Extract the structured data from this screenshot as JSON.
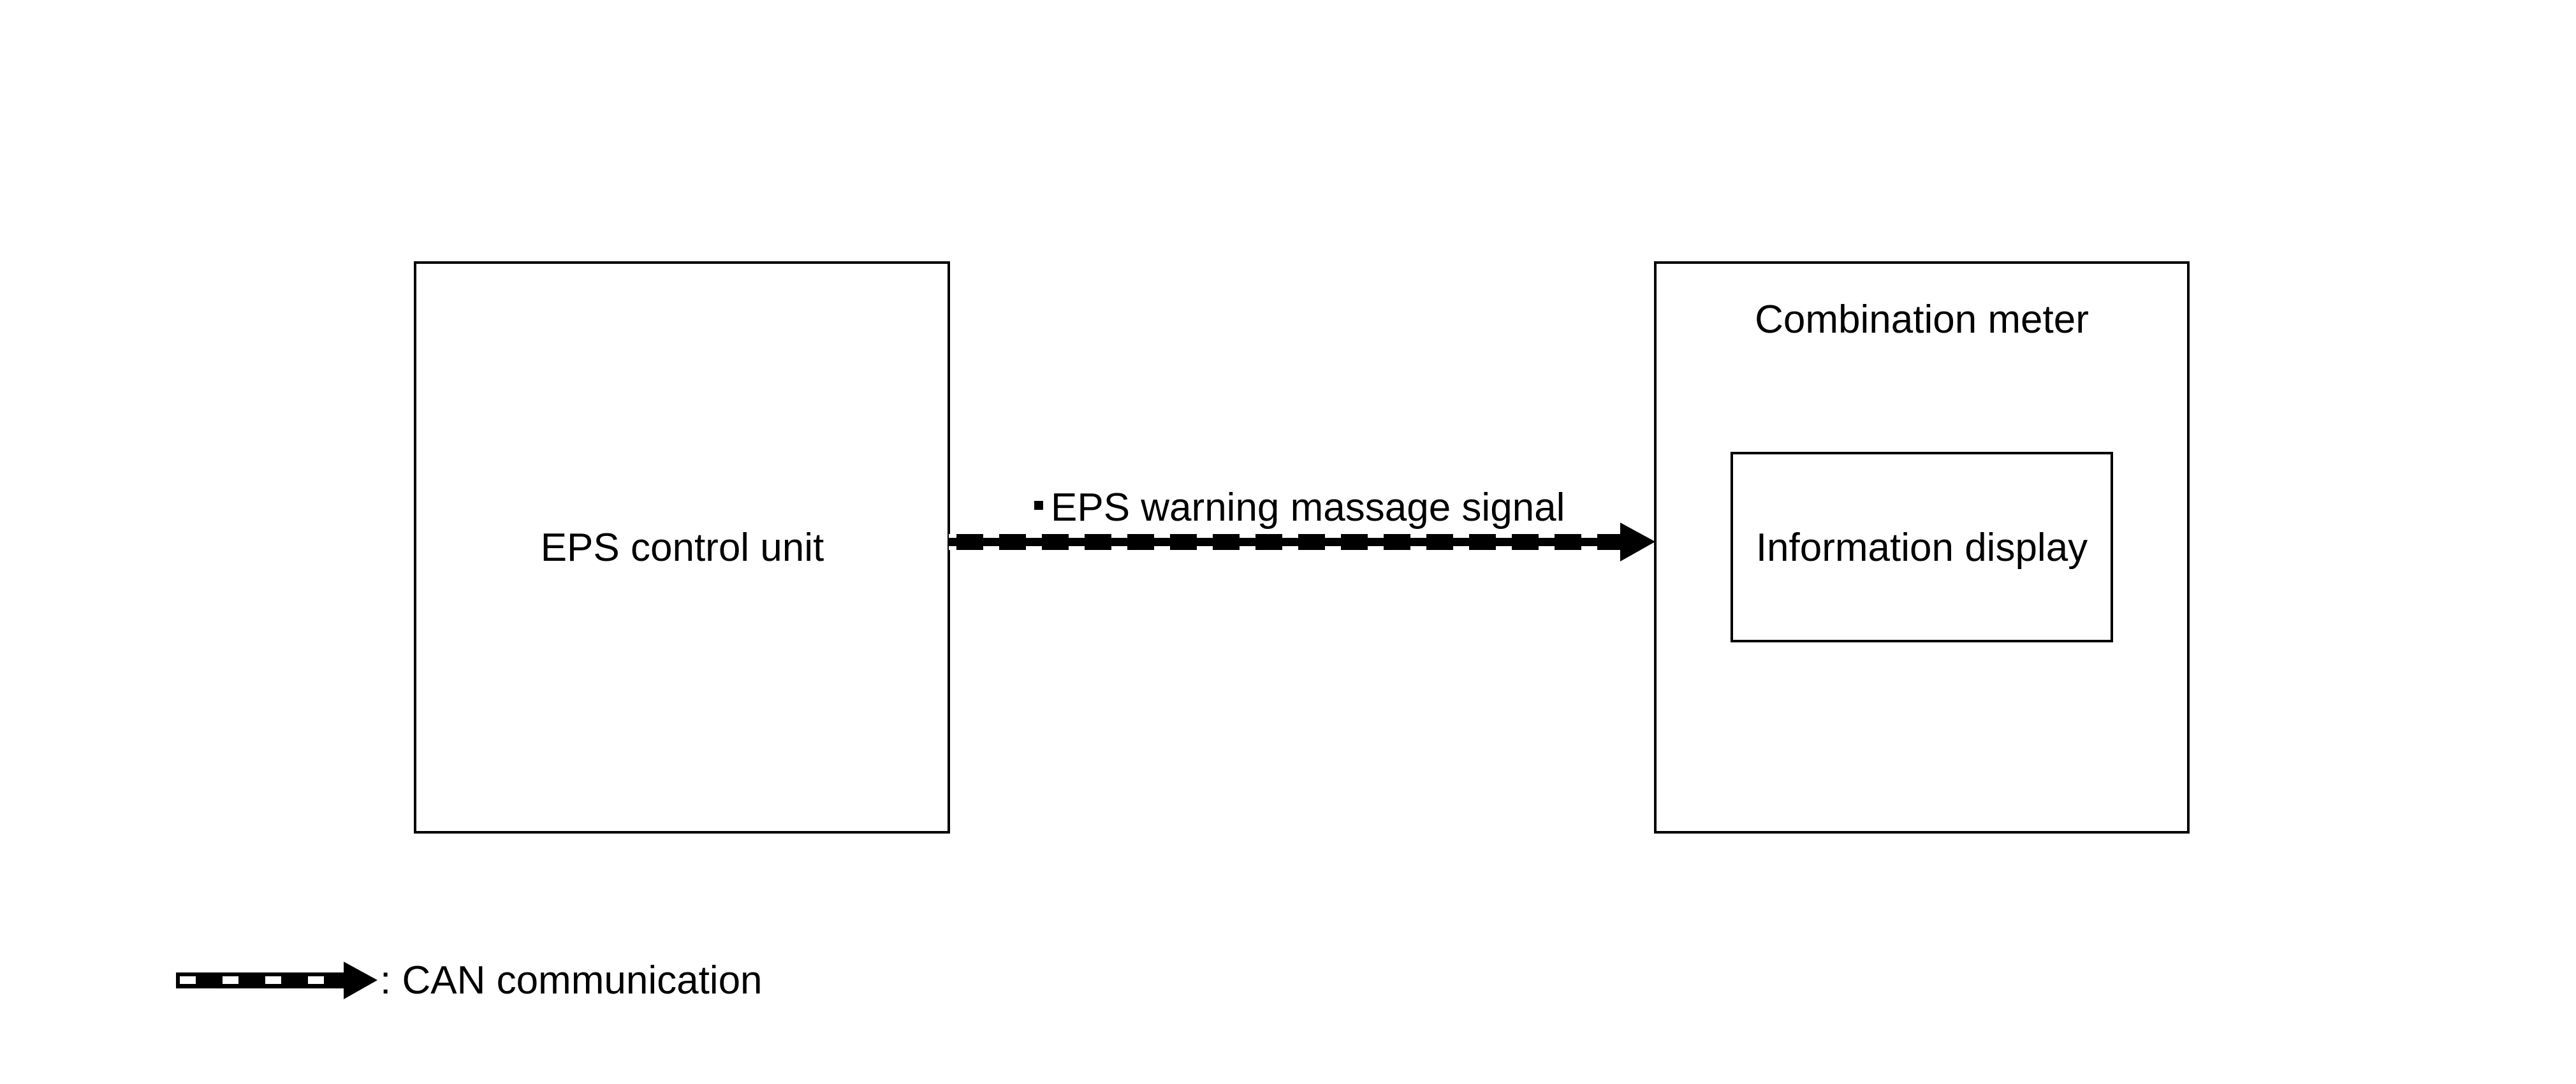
{
  "blocks": {
    "eps_control_unit": "EPS control unit",
    "combination_meter": "Combination meter",
    "information_display": "Information display"
  },
  "signal": {
    "label": "EPS warning massage signal",
    "bullet": "·"
  },
  "legend": {
    "label": ": CAN communication"
  },
  "colors": {
    "line": "#000000",
    "background": "#ffffff"
  }
}
